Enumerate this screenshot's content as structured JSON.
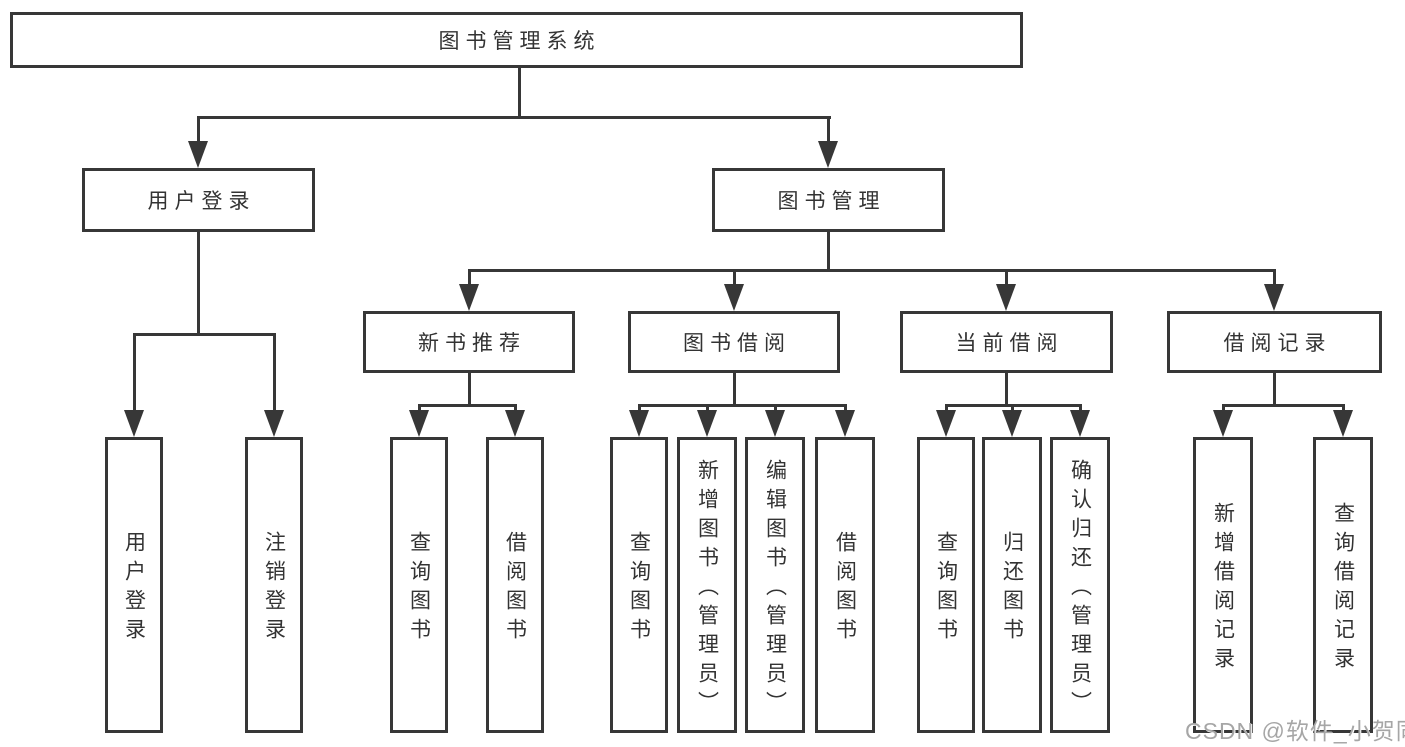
{
  "diagram": {
    "title": "图书管理系统",
    "branches": [
      {
        "label": "用户登录",
        "children": [
          {
            "label": "用户登录"
          },
          {
            "label": "注销登录"
          }
        ]
      },
      {
        "label": "图书管理",
        "children": [
          {
            "label": "新书推荐",
            "children": [
              {
                "label": "查询图书"
              },
              {
                "label": "借阅图书"
              }
            ]
          },
          {
            "label": "图书借阅",
            "children": [
              {
                "label": "查询图书"
              },
              {
                "label": "新增图书（管理员）"
              },
              {
                "label": "编辑图书（管理员）"
              },
              {
                "label": "借阅图书"
              }
            ]
          },
          {
            "label": "当前借阅",
            "children": [
              {
                "label": "查询图书"
              },
              {
                "label": "归还图书"
              },
              {
                "label": "确认归还（管理员）"
              }
            ]
          },
          {
            "label": "借阅记录",
            "children": [
              {
                "label": "新增借阅记录"
              },
              {
                "label": "查询借阅记录"
              }
            ]
          }
        ]
      }
    ]
  },
  "watermark": {
    "text": "CSDN @软件_小贺同学"
  },
  "colors": {
    "line": "#373737",
    "text": "#333333",
    "background": "#ffffff",
    "watermark": "#a6a6a6"
  }
}
